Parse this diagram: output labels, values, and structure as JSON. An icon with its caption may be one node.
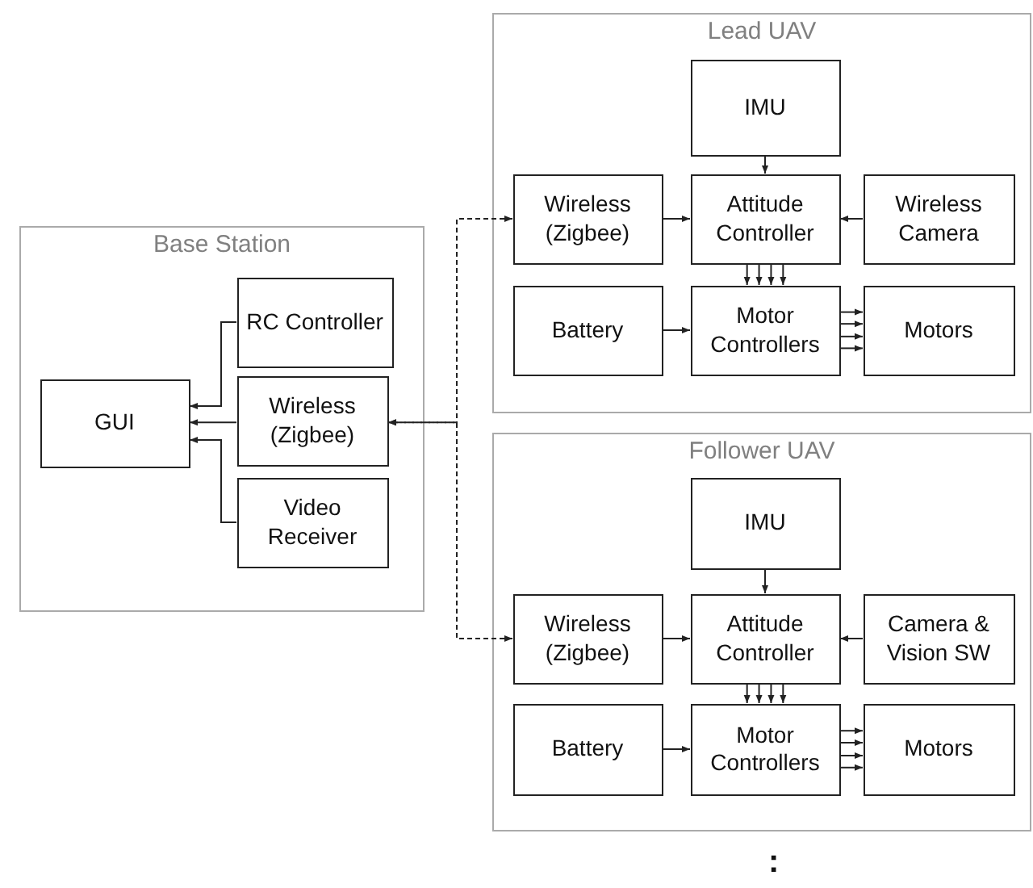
{
  "diagram": {
    "nodes": [
      {
        "text": [
          "Base Station"
        ]
      },
      {
        "text": [
          "GUI"
        ],
        "in": 0
      },
      {
        "text": [
          "RC Controller"
        ],
        "in": 0
      },
      {
        "text": [
          "Wireless (Zigbee)"
        ],
        "in": 0
      },
      {
        "text": [
          "Video Receiver"
        ],
        "in": 0
      },
      {
        "text": [
          "Lead UAV"
        ]
      },
      {
        "text": [
          "IMU"
        ],
        "in": 5
      },
      {
        "text": [
          "Wireless (Zigbee)"
        ],
        "in": 5
      },
      {
        "text": [
          "Attitude Controller"
        ],
        "in": 5
      },
      {
        "text": [
          "Wireless Camera"
        ],
        "in": 5
      },
      {
        "text": [
          "Battery"
        ],
        "in": 5
      },
      {
        "text": [
          "Motor Controllers"
        ],
        "in": 5
      },
      {
        "text": [
          "Motors"
        ],
        "in": 5
      },
      {
        "text": [
          "Follower UAV"
        ]
      },
      {
        "text": [
          "IMU"
        ],
        "in": 13
      },
      {
        "text": [
          "Wireless (Zigbee)"
        ],
        "in": 13
      },
      {
        "text": [
          "Attitude Controller"
        ],
        "in": 13
      },
      {
        "text": [
          "Camera & Vision SW"
        ],
        "in": 13
      },
      {
        "text": [
          "Battery"
        ],
        "in": 13
      },
      {
        "text": [
          "Motor Controllers"
        ],
        "in": 13
      },
      {
        "text": [
          "Motors"
        ],
        "in": 13
      }
    ],
    "edges": [
      {
        "from": 2,
        "to": 1,
        "arrow": "to"
      },
      {
        "from": 3,
        "to": 1,
        "arrow": "to"
      },
      {
        "from": 4,
        "to": 1,
        "arrow": "to"
      },
      {
        "from": 7,
        "to": 3,
        "arrow": "both",
        "style": "dashed"
      },
      {
        "from": 15,
        "to": 3,
        "arrow": "both",
        "style": "dashed"
      },
      {
        "from": 6,
        "to": 8,
        "arrow": "to"
      },
      {
        "from": 7,
        "to": 8,
        "arrow": "to"
      },
      {
        "from": 9,
        "to": 8,
        "arrow": "to"
      },
      {
        "from": 8,
        "to": 11,
        "arrow": "to"
      },
      {
        "from": 8,
        "to": 11,
        "arrow": "to"
      },
      {
        "from": 8,
        "to": 11,
        "arrow": "to"
      },
      {
        "from": 8,
        "to": 11,
        "arrow": "to"
      },
      {
        "from": 10,
        "to": 11,
        "arrow": "to"
      },
      {
        "from": 11,
        "to": 12,
        "arrow": "to"
      },
      {
        "from": 11,
        "to": 12,
        "arrow": "to"
      },
      {
        "from": 11,
        "to": 12,
        "arrow": "to"
      },
      {
        "from": 11,
        "to": 12,
        "arrow": "to"
      },
      {
        "from": 14,
        "to": 16,
        "arrow": "to"
      },
      {
        "from": 15,
        "to": 16,
        "arrow": "to"
      },
      {
        "from": 17,
        "to": 16,
        "arrow": "to"
      },
      {
        "from": 16,
        "to": 19,
        "arrow": "to"
      },
      {
        "from": 16,
        "to": 19,
        "arrow": "to"
      },
      {
        "from": 16,
        "to": 19,
        "arrow": "to"
      },
      {
        "from": 16,
        "to": 19,
        "arrow": "to"
      },
      {
        "from": 18,
        "to": 19,
        "arrow": "to"
      },
      {
        "from": 19,
        "to": 20,
        "arrow": "to"
      },
      {
        "from": 19,
        "to": 20,
        "arrow": "to"
      },
      {
        "from": 19,
        "to": 20,
        "arrow": "to"
      },
      {
        "from": 19,
        "to": 20,
        "arrow": "to"
      }
    ],
    "labels": [
      ":"
    ]
  }
}
